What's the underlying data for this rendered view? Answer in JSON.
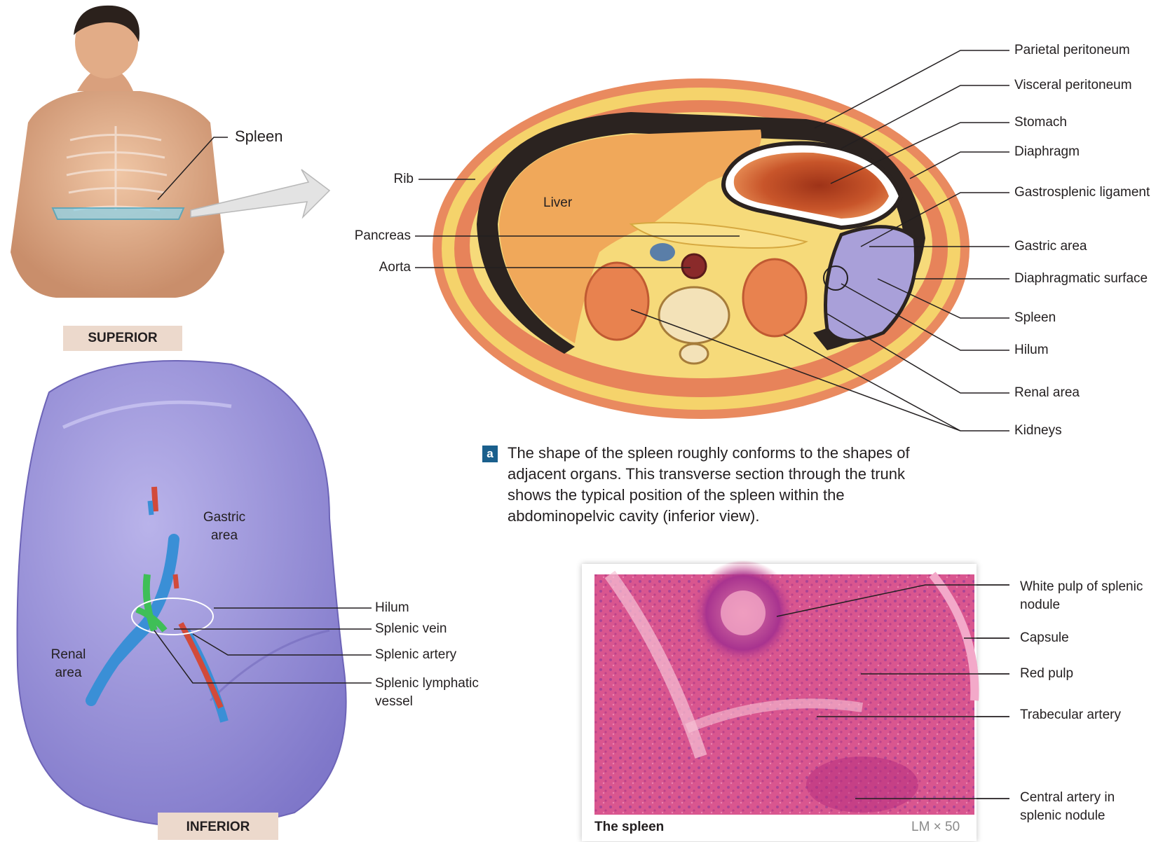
{
  "figure_a": {
    "labels_right": {
      "parietal_peritoneum": "Parietal peritoneum",
      "visceral_peritoneum": "Visceral peritoneum",
      "stomach": "Stomach",
      "diaphragm": "Diaphragm",
      "gastrosplenic_ligament": "Gastrosplenic ligament",
      "gastric_area": "Gastric area",
      "diaphragmatic_surface": "Diaphragmatic surface",
      "spleen": "Spleen",
      "hilum": "Hilum",
      "renal_area": "Renal area",
      "kidneys": "Kidneys"
    },
    "labels_left": {
      "rib": "Rib",
      "pancreas": "Pancreas",
      "aorta": "Aorta"
    },
    "liver": "Liver",
    "badge": "a",
    "caption": "The shape of the spleen roughly conforms to the shapes of adjacent organs. This transverse section through the trunk shows the typical position of the spleen within the abdominopelvic cavity (inferior view)."
  },
  "torso": {
    "spleen_label": "Spleen",
    "tag": "SUPERIOR"
  },
  "inferior": {
    "gastric_area": "Gastric area",
    "renal_area": "Renal area",
    "hilum": "Hilum",
    "splenic_vein": "Splenic vein",
    "splenic_artery": "Splenic artery",
    "splenic_lymphatic_vessel": "Splenic lymphatic vessel",
    "tag": "INFERIOR"
  },
  "micrograph": {
    "white_pulp": "White pulp of splenic nodule",
    "capsule": "Capsule",
    "red_pulp": "Red pulp",
    "trabecular_artery": "Trabecular artery",
    "central_artery": "Central artery in splenic nodule",
    "title": "The spleen",
    "magnification": "LM × 50"
  }
}
